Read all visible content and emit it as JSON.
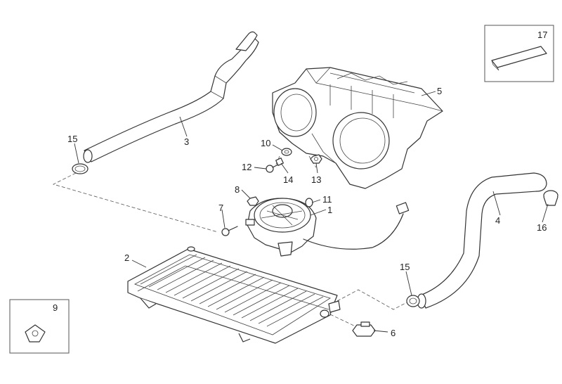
{
  "callouts": [
    {
      "key": "p1",
      "label": "1"
    },
    {
      "key": "p2",
      "label": "2"
    },
    {
      "key": "p3",
      "label": "3"
    },
    {
      "key": "p4",
      "label": "4"
    },
    {
      "key": "p5",
      "label": "5"
    },
    {
      "key": "p6",
      "label": "6"
    },
    {
      "key": "p7",
      "label": "7"
    },
    {
      "key": "p8",
      "label": "8"
    },
    {
      "key": "p9",
      "label": "9"
    },
    {
      "key": "p10",
      "label": "10"
    },
    {
      "key": "p11",
      "label": "11"
    },
    {
      "key": "p12",
      "label": "12"
    },
    {
      "key": "p13",
      "label": "13"
    },
    {
      "key": "p14",
      "label": "14"
    },
    {
      "key": "p15a",
      "label": "15"
    },
    {
      "key": "p15b",
      "label": "15"
    },
    {
      "key": "p16",
      "label": "16"
    },
    {
      "key": "p17",
      "label": "17"
    }
  ]
}
